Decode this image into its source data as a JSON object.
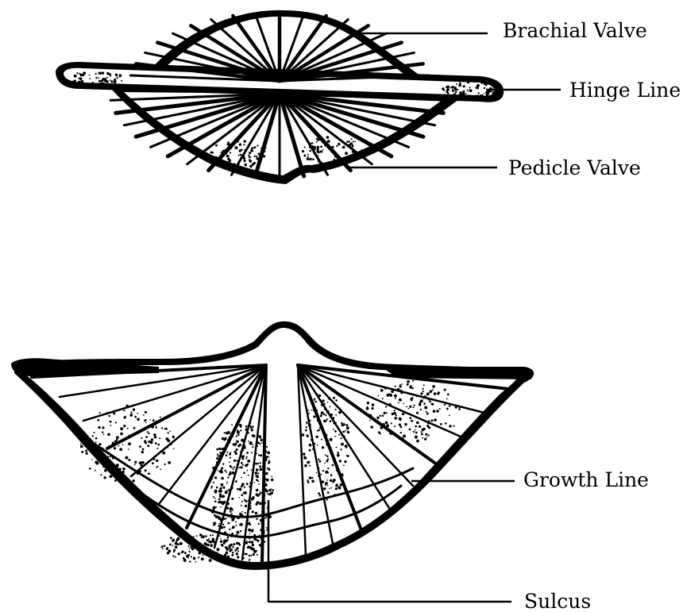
{
  "labels": {
    "brachial_valve": "Brachial Valve",
    "hinge_line": "Hinge Line",
    "pedicle_valve": "Pedicle Valve",
    "growth_line": "Growth Line",
    "sulcus": "Sulcus"
  },
  "colors": {
    "ink": "#000000",
    "paper": "#ffffff"
  }
}
